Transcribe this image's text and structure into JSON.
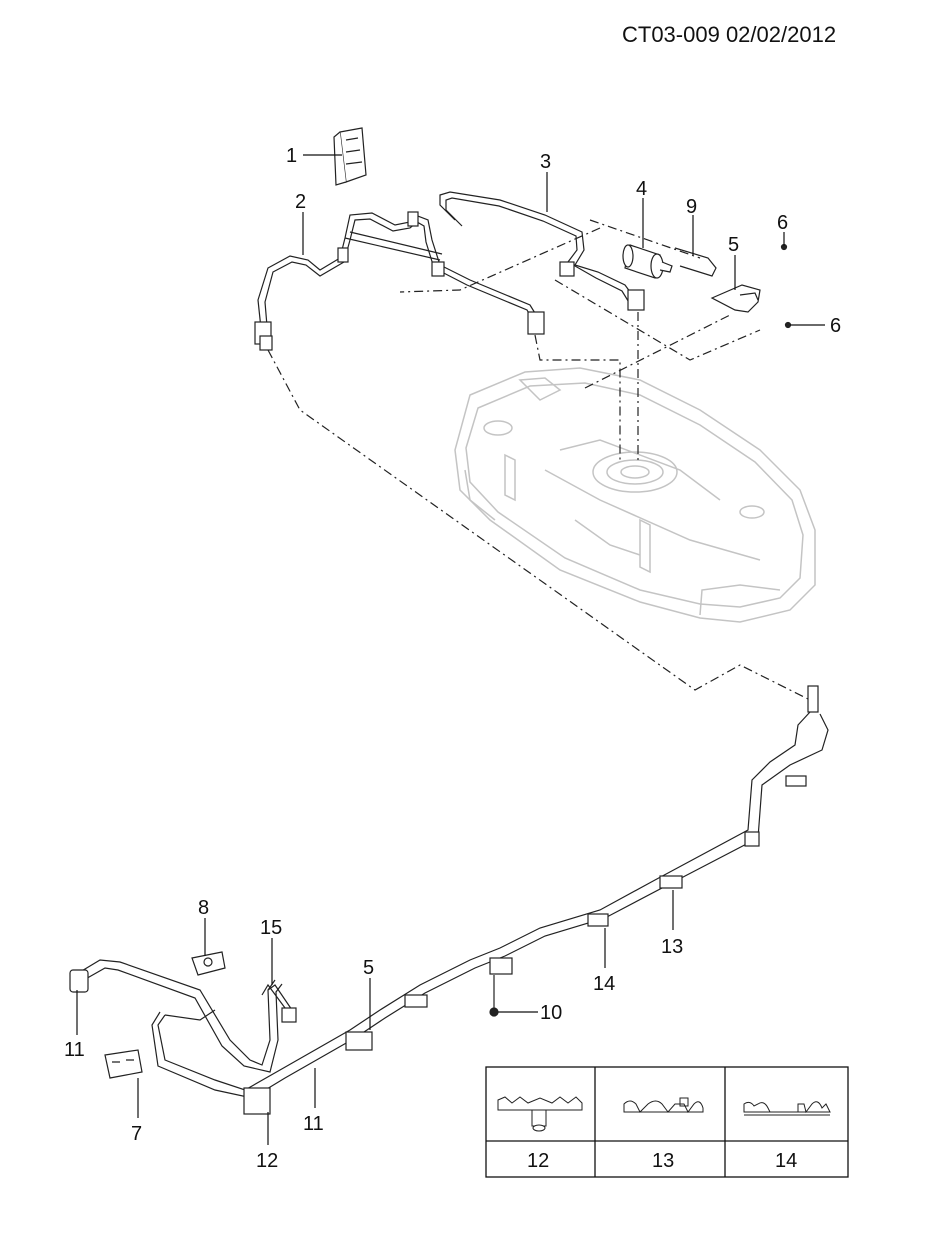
{
  "header": {
    "doc_code": "CT03-009  02/02/2012"
  },
  "callouts": {
    "c1": "1",
    "c2": "2",
    "c3": "3",
    "c4": "4",
    "c5a": "5",
    "c6a": "6",
    "c6b": "6",
    "c9": "9",
    "c8": "8",
    "c15": "15",
    "c5b": "5",
    "c11a": "11",
    "c11b": "11",
    "c7": "7",
    "c12": "12",
    "c10": "10",
    "c14": "14",
    "c13": "13"
  },
  "legend": {
    "cell1": "12",
    "cell2": "13",
    "cell3": "14"
  }
}
